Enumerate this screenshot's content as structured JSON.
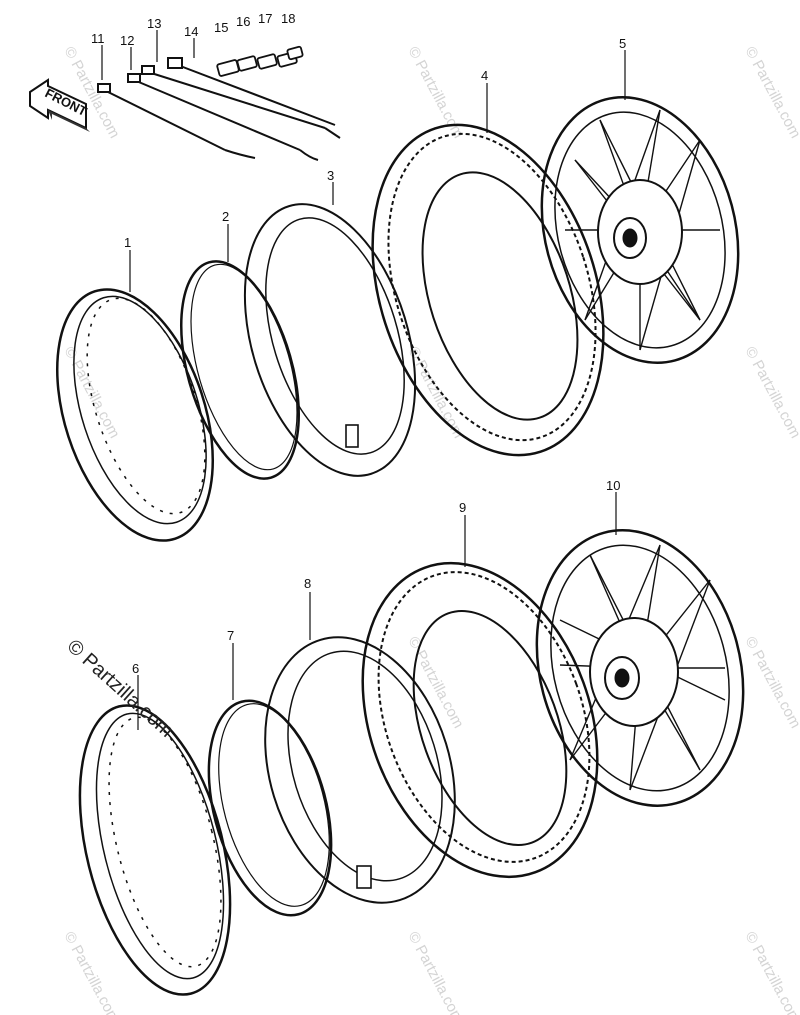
{
  "diagram": {
    "front_label": "FRONT",
    "callouts": [
      "1",
      "2",
      "3",
      "4",
      "5",
      "6",
      "7",
      "8",
      "9",
      "10",
      "11",
      "12",
      "13",
      "14",
      "15",
      "16",
      "17",
      "18"
    ],
    "watermark": "© Partzilla.com"
  }
}
